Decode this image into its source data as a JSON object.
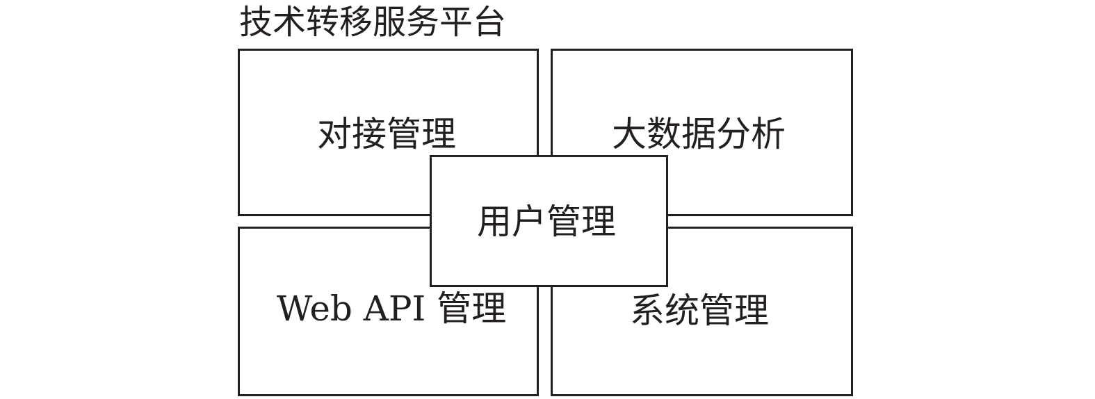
{
  "diagram": {
    "title": "技术转移服务平台",
    "modules": {
      "top_left": "对接管理",
      "top_right": "大数据分析",
      "bottom_left": "Web API 管理",
      "bottom_right": "系统管理",
      "center": "用户管理"
    }
  }
}
